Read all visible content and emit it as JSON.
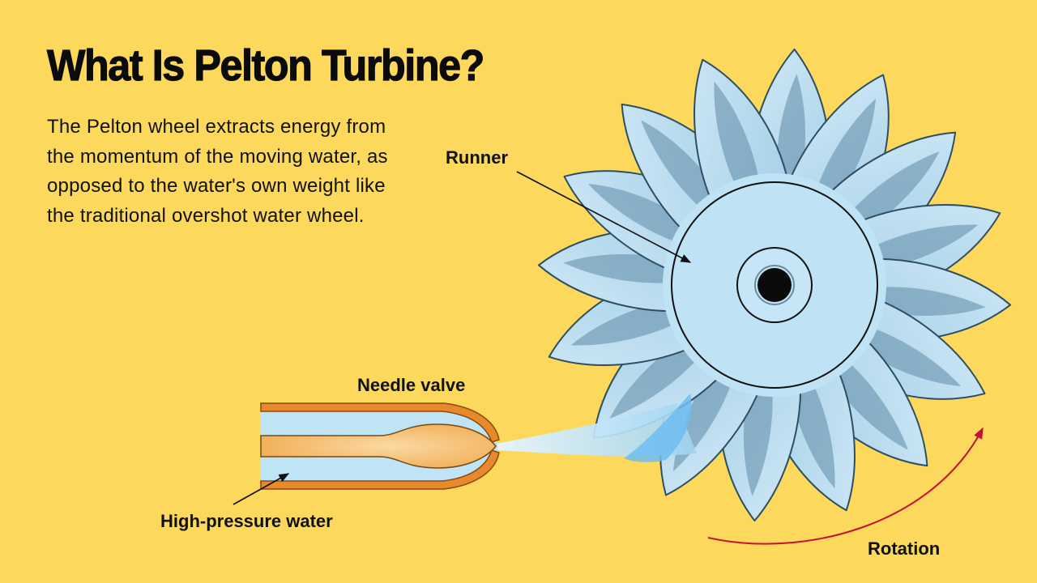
{
  "title": "What Is Pelton Turbine?",
  "description": "The Pelton wheel extracts energy from the momentum of the moving water, as opposed to the water's own weight like the traditional overshot water wheel.",
  "labels": {
    "runner": "Runner",
    "needle_valve": "Needle valve",
    "high_pressure_water": "High-pressure water",
    "rotation": "Rotation"
  },
  "colors": {
    "background": "#FCD95C",
    "bucket_fill": "#B5DCEF",
    "bucket_stroke": "#2E4F63",
    "nozzle": "#E8892B",
    "needle": "#F4BF6E",
    "water": "#BDE4F7",
    "rotation_arrow": "#C8102E"
  },
  "runner": {
    "bucket_count": 16
  }
}
